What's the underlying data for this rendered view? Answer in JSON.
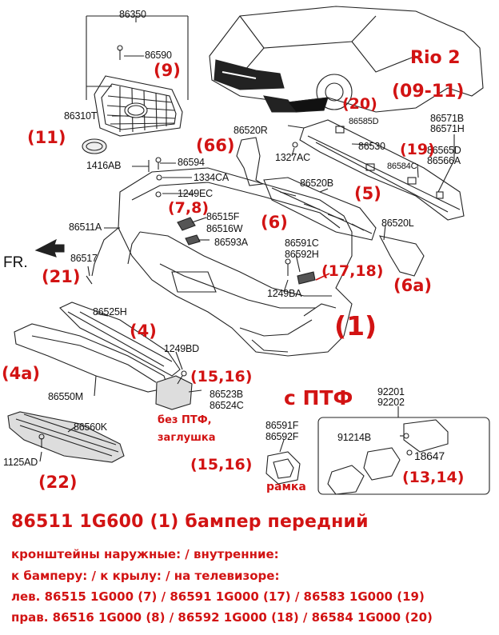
{
  "model": {
    "name": "Rio 2",
    "years": "(09-11)"
  },
  "part_numbers": {
    "p86350": "86350",
    "p86590": "86590",
    "p86310T": "86310T",
    "p1416AB": "1416AB",
    "p86594": "86594",
    "p1334CA": "1334CA",
    "p1249EC": "1249EC",
    "p86520R": "86520R",
    "p86515F": "86515F",
    "p86516W": "86516W",
    "p86593A": "86593A",
    "p86511A": "86511A",
    "p86517": "86517",
    "p86525H": "86525H",
    "p1249BD": "1249BD",
    "p86523B": "86523B",
    "p86524C": "86524C",
    "p86550M": "86550M",
    "p86560K": "86560K",
    "p1125AD": "1125AD",
    "p86585D": "86585D",
    "p1327AC": "1327AC",
    "p86530": "86530",
    "p86584C": "86584C",
    "p86571B": "86571B",
    "p86571H": "86571H",
    "p86565D": "86565D",
    "p86566A": "86566A",
    "p86520B": "86520B",
    "p86520L": "86520L",
    "p86591C": "86591C",
    "p86592H": "86592H",
    "p1249BA": "1249BA",
    "p86591F": "86591F",
    "p86592F": "86592F",
    "p92201": "92201",
    "p92202": "92202",
    "p91214B": "91214B",
    "p18647": "18647"
  },
  "front_label": "FR.",
  "callouts": {
    "c9": "(9)",
    "c11": "(11)",
    "c66": "(66)",
    "c78": "(7,8)",
    "c6": "(6)",
    "c5": "(5)",
    "c20": "(20)",
    "c19": "(19)",
    "c1718": "(17,18)",
    "c6a": "(6a)",
    "c1": "(1)",
    "c21": "(21)",
    "c4": "(4)",
    "c4a": "(4a)",
    "c1516a": "(15,16)",
    "c1516b": "(15,16)",
    "c22": "(22)",
    "c1314": "(13,14)"
  },
  "notes": {
    "with_fog": "с ПТФ",
    "no_fog_1": "без ПТФ,",
    "no_fog_2": "заглушка",
    "frame": "рамка"
  },
  "footer": {
    "title": "86511 1G600  (1)  бампер передний",
    "row0": "кронштейны  наружные:                          / внутренние:",
    "row1": "        к бамперу:       /  к крылу:               /  на телевизоре:",
    "row2": "лев.   86515 1G000 (7)  /  86591 1G000  (17)  / 86583 1G000  (19)",
    "row3": "прав. 86516 1G000 (8)  /  86592 1G000  (18)  / 86584 1G000  (20)"
  }
}
